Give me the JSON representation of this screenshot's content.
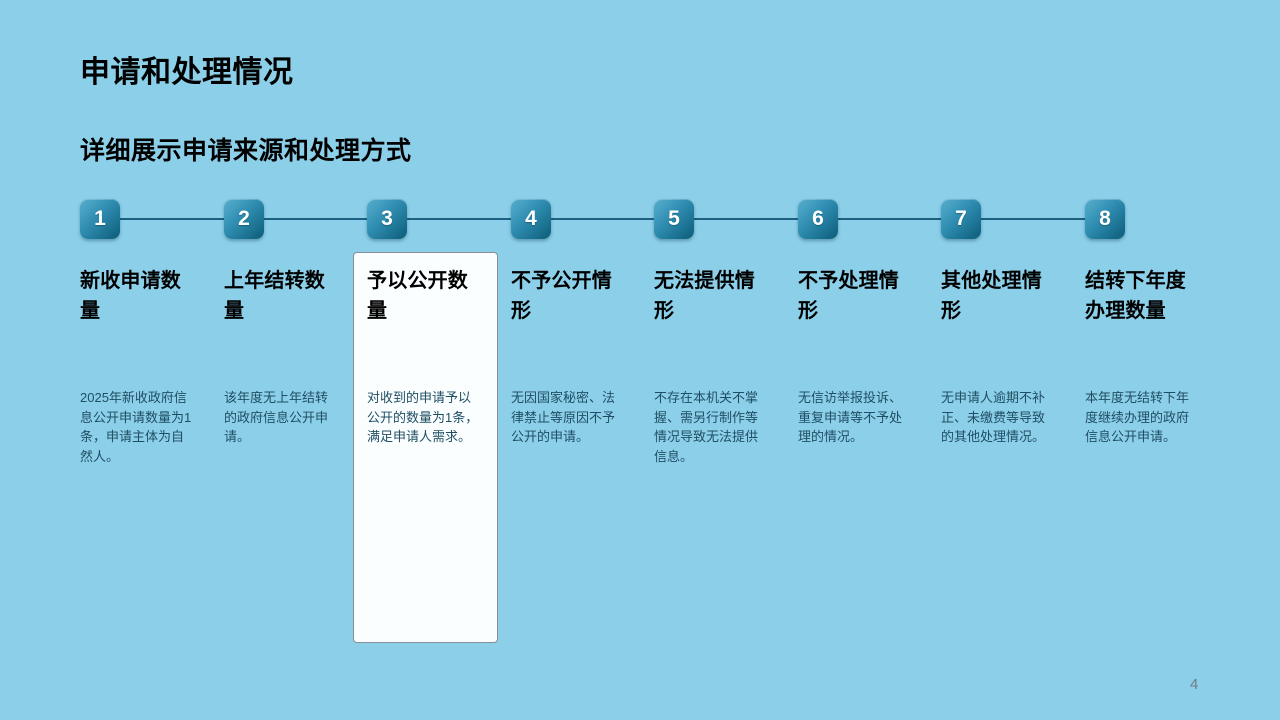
{
  "slide": {
    "title": "申请和处理情况",
    "subtitle": "详细展示申请来源和处理方式",
    "page_number": "4"
  },
  "colors": {
    "background": "#8CCFE9",
    "badge_gradient_start": "#58AFCE",
    "badge_gradient_end": "#0C5C78",
    "timeline_line": "#1B6080",
    "heading_text": "#000000",
    "body_text": "#1F4E63",
    "card_background": "#FBFEFF",
    "card_border": "#878F96",
    "page_number_color": "#6F7C85"
  },
  "timeline": {
    "steps": [
      {
        "number": "1",
        "heading": "新收申请数量",
        "description": "2025年新收政府信息公开申请数量为1条，申请主体为自然人。",
        "highlighted": false
      },
      {
        "number": "2",
        "heading": "上年结转数量",
        "description": "该年度无上年结转的政府信息公开申请。",
        "highlighted": false
      },
      {
        "number": "3",
        "heading": "予以公开数量",
        "description": "对收到的申请予以公开的数量为1条，满足申请人需求。",
        "highlighted": true
      },
      {
        "number": "4",
        "heading": "不予公开情形",
        "description": "无因国家秘密、法律禁止等原因不予公开的申请。",
        "highlighted": false
      },
      {
        "number": "5",
        "heading": "无法提供情形",
        "description": "不存在本机关不掌握、需另行制作等情况导致无法提供信息。",
        "highlighted": false
      },
      {
        "number": "6",
        "heading": "不予处理情形",
        "description": "无信访举报投诉、重复申请等不予处理的情况。",
        "highlighted": false
      },
      {
        "number": "7",
        "heading": "其他处理情形",
        "description": "无申请人逾期不补正、未缴费等导致的其他处理情况。",
        "highlighted": false
      },
      {
        "number": "8",
        "heading": "结转下年度办理数量",
        "description": "本年度无结转下年度继续办理的政府信息公开申请。",
        "highlighted": false
      }
    ]
  }
}
